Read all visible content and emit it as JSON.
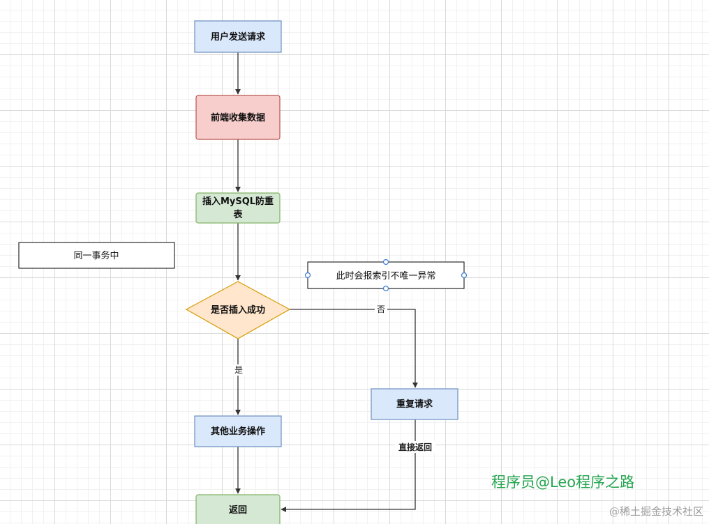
{
  "diagram": {
    "nodes": {
      "user_request": {
        "label": "用户发送请求",
        "fill": "#dae8fc",
        "stroke": "#6c8ebf"
      },
      "frontend_collect": {
        "label": "前端收集数据",
        "fill": "#f8cecc",
        "stroke": "#b85450"
      },
      "insert_table_line1": {
        "label": "插入MySQL防重",
        "fill": "#d5e8d4",
        "stroke": "#82b366"
      },
      "insert_table_line2": {
        "label": "表"
      },
      "same_transaction": {
        "label": "同一事务中",
        "fill": "#ffffff",
        "stroke": "#000000"
      },
      "unique_index_note": {
        "label": "此时会报索引不唯一异常",
        "fill": "#ffffff",
        "stroke": "#000000"
      },
      "insert_success_decision": {
        "label": "是否插入成功",
        "fill": "#ffe6cc",
        "stroke": "#d79b00"
      },
      "repeat_request": {
        "label": "重复请求",
        "fill": "#dae8fc",
        "stroke": "#6c8ebf"
      },
      "other_business": {
        "label": "其他业务操作",
        "fill": "#dae8fc",
        "stroke": "#6c8ebf"
      },
      "return": {
        "label": "返回",
        "fill": "#d5e8d4",
        "stroke": "#82b366"
      }
    },
    "edge_labels": {
      "no": "否",
      "yes": "是",
      "direct_return": "直接返回"
    }
  },
  "watermark": {
    "author": "程序员@Leo程序之路",
    "site": "@稀土掘金技术社区"
  }
}
